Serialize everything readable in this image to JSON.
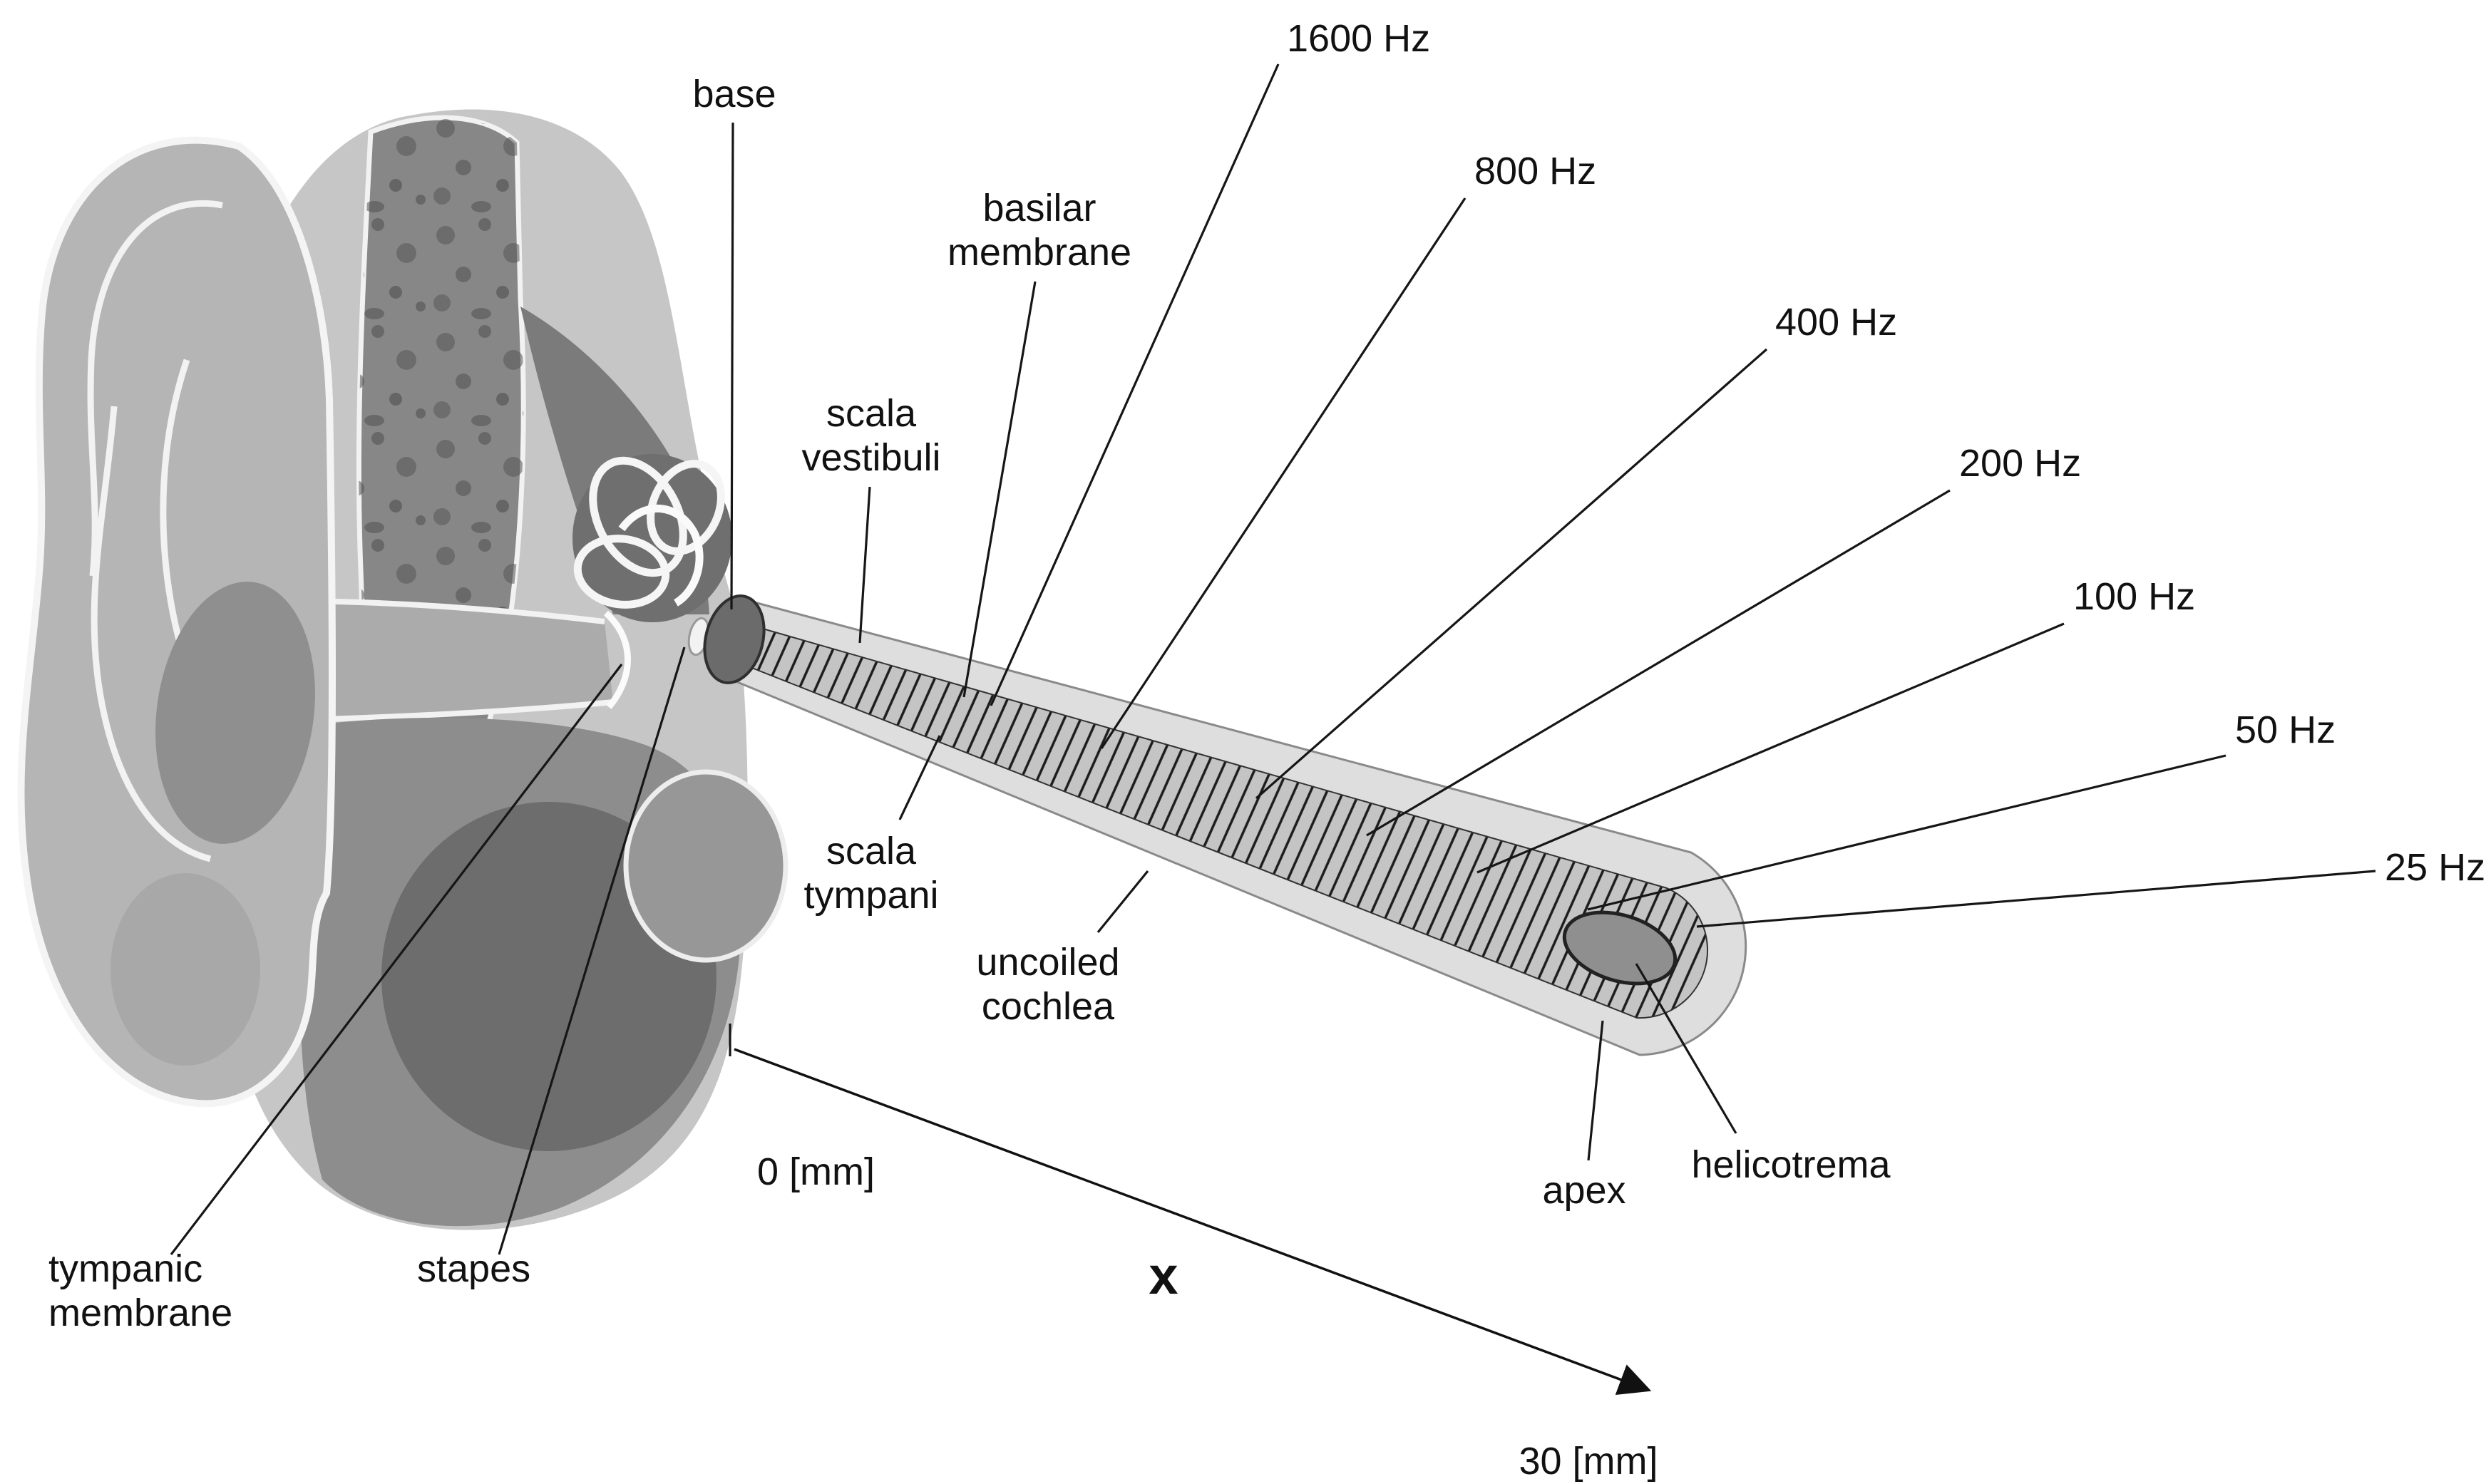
{
  "colors": {
    "background": "#ffffff",
    "ink": "#111111",
    "tube_fill": "#dedede",
    "membrane_band_fill": "#c4c4c4",
    "helicotrema_fill": "#8f8f8f",
    "base_oval_fill": "#6b6b6b"
  },
  "labels": {
    "base": "base",
    "basilar_membrane": {
      "line1": "basilar",
      "line2": "membrane"
    },
    "scala_vestibuli": {
      "line1": "scala",
      "line2": "vestibuli"
    },
    "scala_tympani": {
      "line1": "scala",
      "line2": "tympani"
    },
    "uncoiled_cochlea": {
      "line1": "uncoiled",
      "line2": "cochlea"
    },
    "tympanic_membrane": {
      "line1": "tympanic",
      "line2": "membrane"
    },
    "stapes": "stapes",
    "apex": "apex",
    "helicotrema": "helicotrema"
  },
  "frequencies": [
    "1600 Hz",
    "800 Hz",
    "400 Hz",
    "200 Hz",
    "100 Hz",
    "50 Hz",
    "25 Hz"
  ],
  "axis": {
    "origin_label": "0 [mm]",
    "end_label": "30 [mm]",
    "variable": "x"
  }
}
